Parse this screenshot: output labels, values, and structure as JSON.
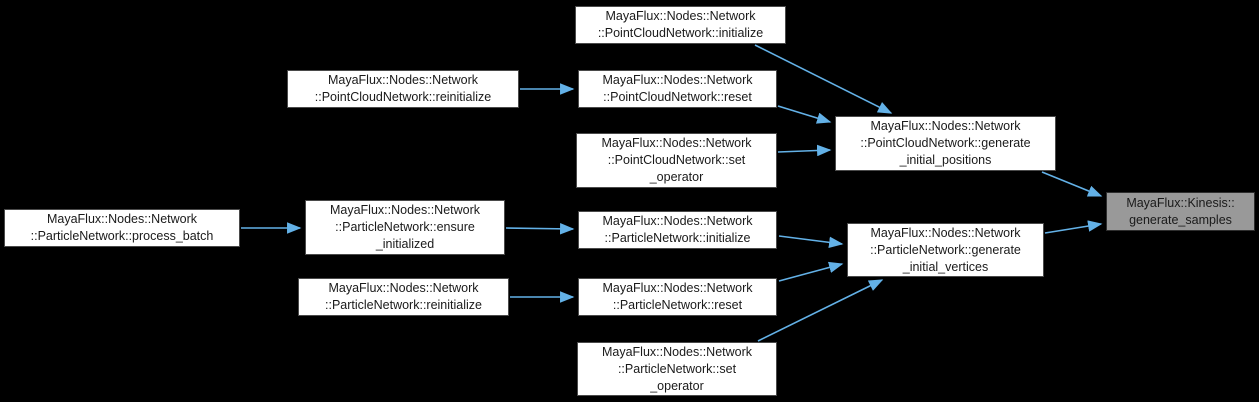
{
  "diagram": {
    "kind": "call-graph",
    "colors": {
      "background": "#000000",
      "arrow": "#63b1e7",
      "node_fill": "#ffffff",
      "node_border": "#4a4a4a",
      "current_node_fill": "#999999",
      "current_node_border": "#2e2e2e",
      "text": "#1a1a1a"
    },
    "nodes": [
      {
        "id": "pc_initialize",
        "label": "MayaFlux::Nodes::Network\n::PointCloudNetwork::initialize",
        "current": false
      },
      {
        "id": "pc_reinitialize",
        "label": "MayaFlux::Nodes::Network\n::PointCloudNetwork::reinitialize",
        "current": false
      },
      {
        "id": "pc_reset",
        "label": "MayaFlux::Nodes::Network\n::PointCloudNetwork::reset",
        "current": false
      },
      {
        "id": "pc_set_operator",
        "label": "MayaFlux::Nodes::Network\n::PointCloudNetwork::set\n_operator",
        "current": false
      },
      {
        "id": "pc_generate_initial_positions",
        "label": "MayaFlux::Nodes::Network\n::PointCloudNetwork::generate\n_initial_positions",
        "current": false
      },
      {
        "id": "kinesis_generate_samples",
        "label": "MayaFlux::Kinesis::\ngenerate_samples",
        "current": true
      },
      {
        "id": "pn_process_batch",
        "label": "MayaFlux::Nodes::Network\n::ParticleNetwork::process_batch",
        "current": false
      },
      {
        "id": "pn_ensure_initialized",
        "label": "MayaFlux::Nodes::Network\n::ParticleNetwork::ensure\n_initialized",
        "current": false
      },
      {
        "id": "pn_initialize",
        "label": "MayaFlux::Nodes::Network\n::ParticleNetwork::initialize",
        "current": false
      },
      {
        "id": "pn_generate_initial_vertices",
        "label": "MayaFlux::Nodes::Network\n::ParticleNetwork::generate\n_initial_vertices",
        "current": false
      },
      {
        "id": "pn_reinitialize",
        "label": "MayaFlux::Nodes::Network\n::ParticleNetwork::reinitialize",
        "current": false
      },
      {
        "id": "pn_reset",
        "label": "MayaFlux::Nodes::Network\n::ParticleNetwork::reset",
        "current": false
      },
      {
        "id": "pn_set_operator",
        "label": "MayaFlux::Nodes::Network\n::ParticleNetwork::set\n_operator",
        "current": false
      }
    ],
    "edges": [
      {
        "from": "pc_initialize",
        "to": "pc_generate_initial_positions"
      },
      {
        "from": "pc_reinitialize",
        "to": "pc_reset"
      },
      {
        "from": "pc_reset",
        "to": "pc_generate_initial_positions"
      },
      {
        "from": "pc_set_operator",
        "to": "pc_generate_initial_positions"
      },
      {
        "from": "pc_generate_initial_positions",
        "to": "kinesis_generate_samples"
      },
      {
        "from": "pn_process_batch",
        "to": "pn_ensure_initialized"
      },
      {
        "from": "pn_ensure_initialized",
        "to": "pn_initialize"
      },
      {
        "from": "pn_initialize",
        "to": "pn_generate_initial_vertices"
      },
      {
        "from": "pn_reinitialize",
        "to": "pn_reset"
      },
      {
        "from": "pn_reset",
        "to": "pn_generate_initial_vertices"
      },
      {
        "from": "pn_set_operator",
        "to": "pn_generate_initial_vertices"
      },
      {
        "from": "pn_generate_initial_vertices",
        "to": "kinesis_generate_samples"
      }
    ]
  }
}
